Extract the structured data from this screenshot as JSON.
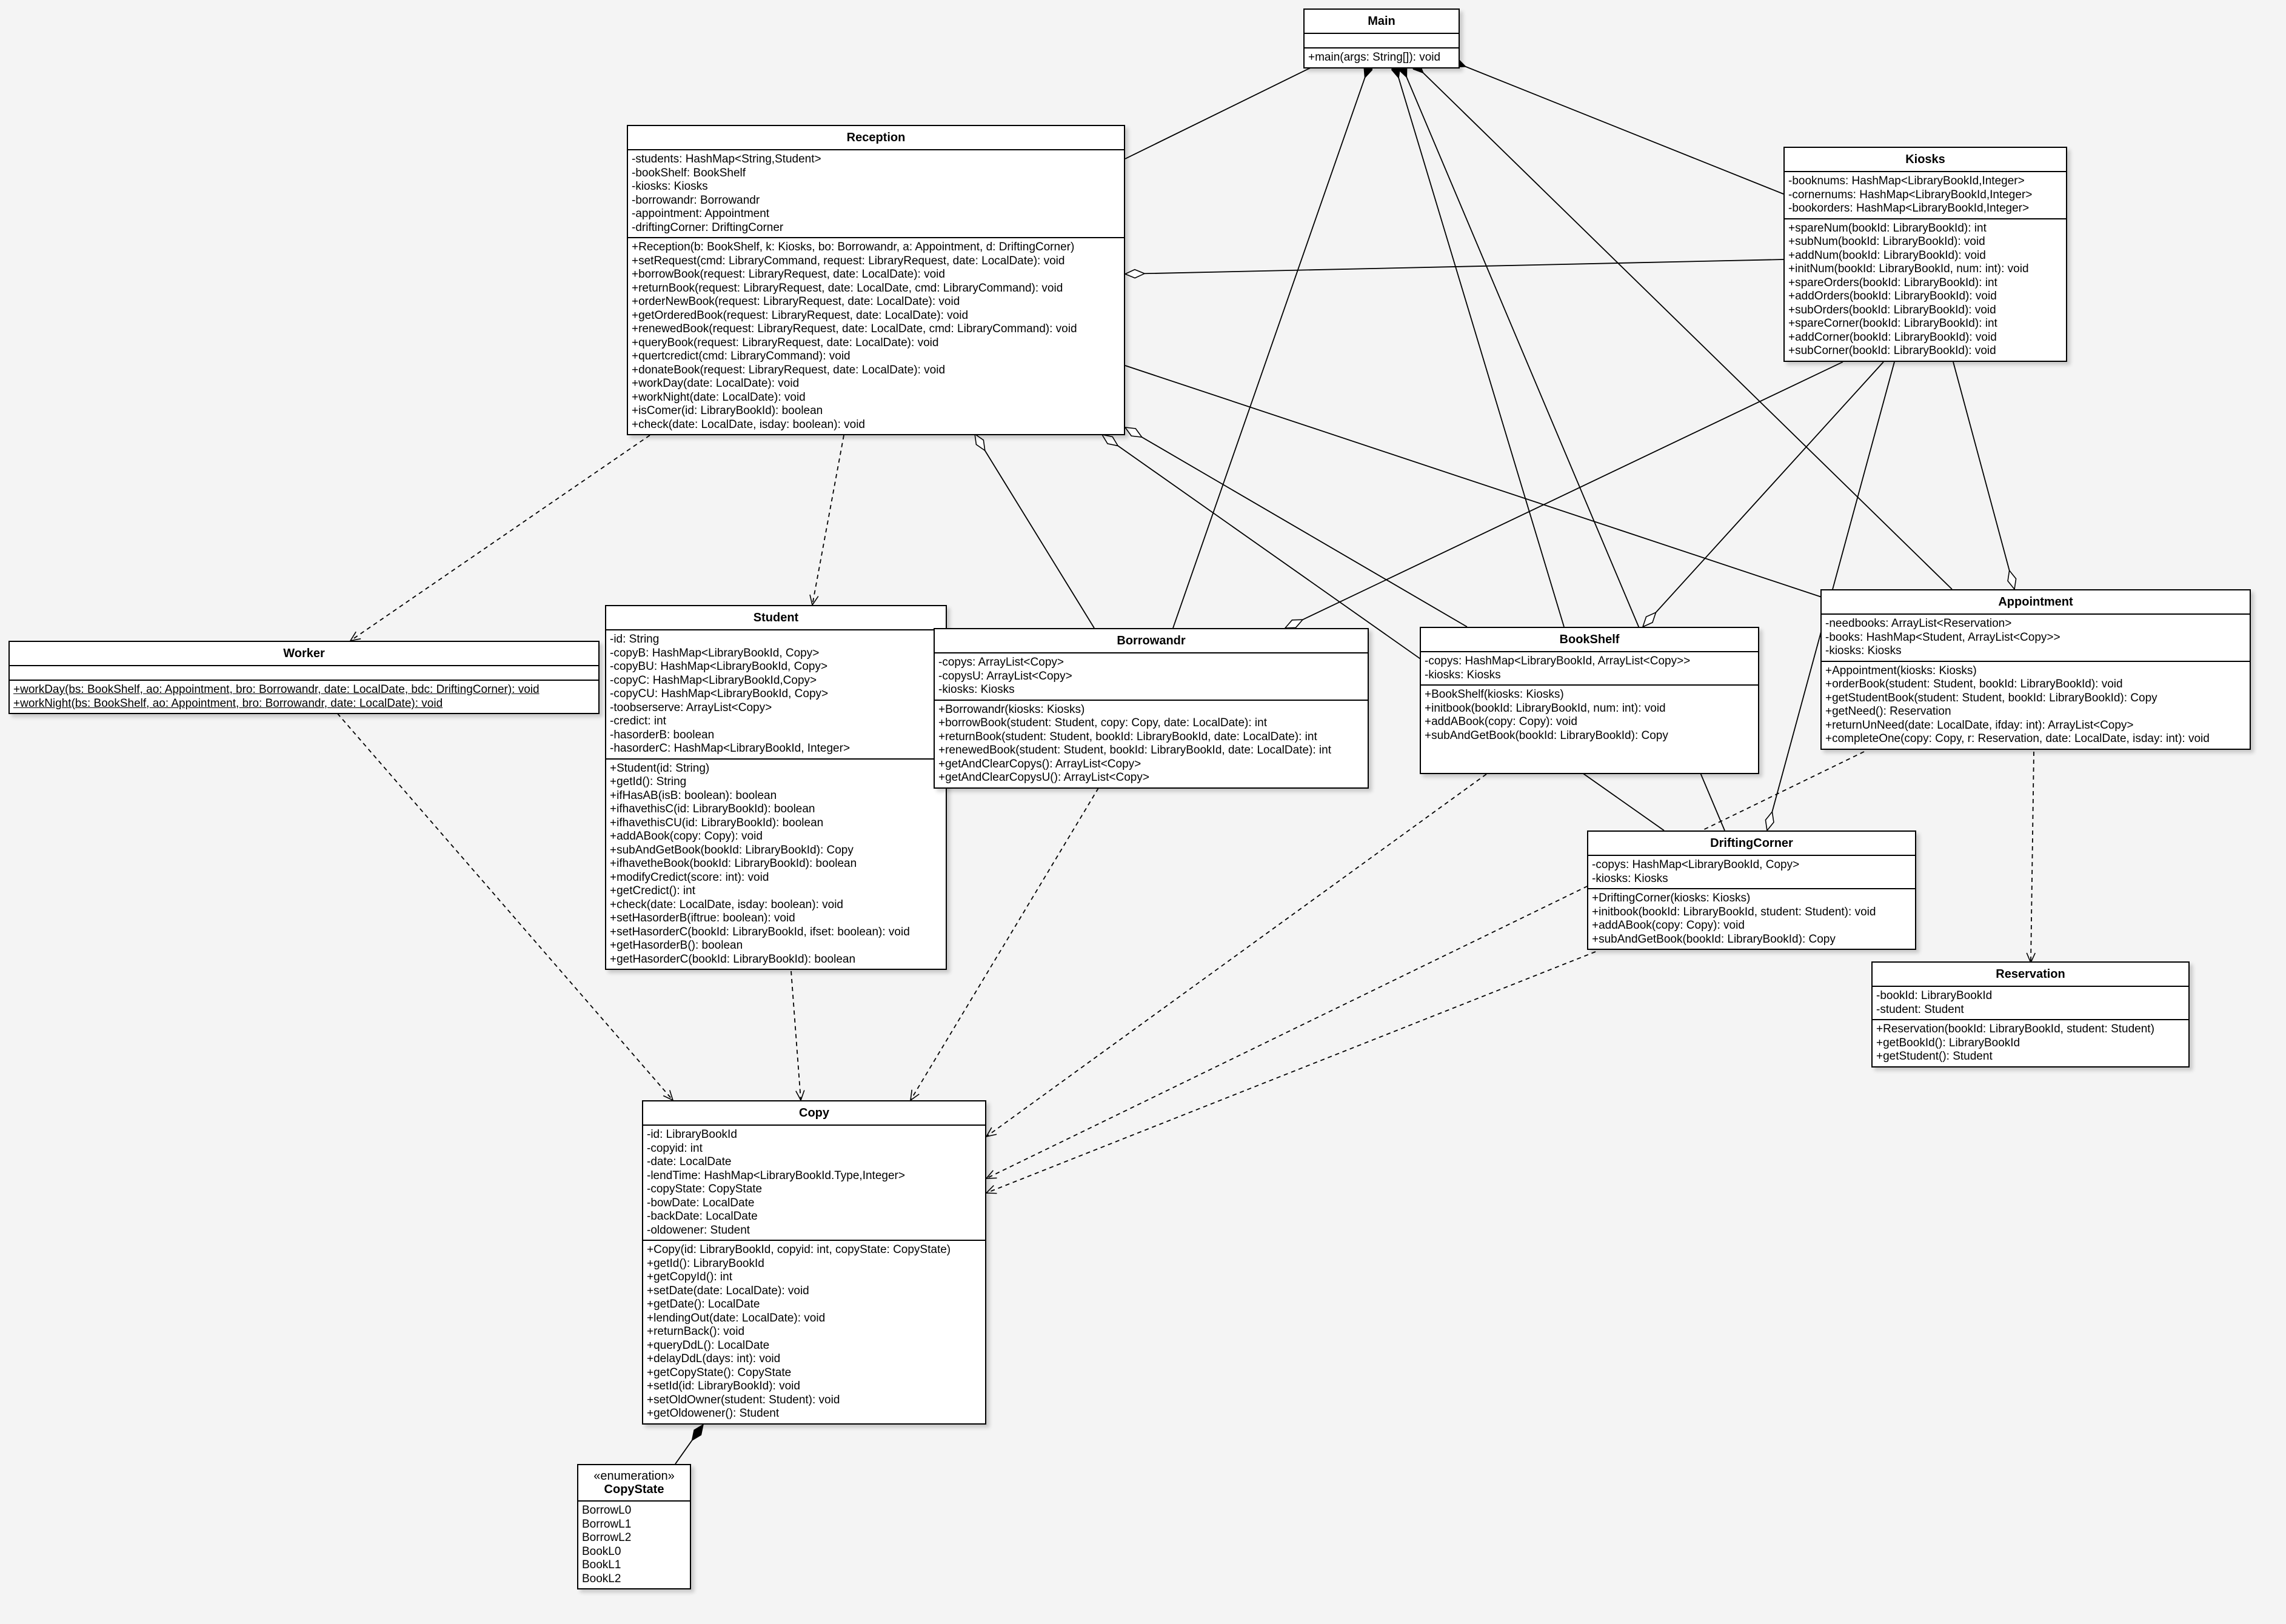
{
  "classes": {
    "main": {
      "name": "Main",
      "attributes": [],
      "methods": [
        "+main(args: String[]): void"
      ]
    },
    "reception": {
      "name": "Reception",
      "attributes": [
        "-students: HashMap<String,Student>",
        "-bookShelf: BookShelf",
        "-kiosks: Kiosks",
        "-borrowandr: Borrowandr",
        "-appointment: Appointment",
        "-driftingCorner: DriftingCorner"
      ],
      "methods": [
        "+Reception(b: BookShelf, k: Kiosks, bo: Borrowandr, a: Appointment, d: DriftingCorner)",
        "+setRequest(cmd: LibraryCommand, request: LibraryRequest, date: LocalDate): void",
        "+borrowBook(request: LibraryRequest, date: LocalDate): void",
        "+returnBook(request: LibraryRequest, date: LocalDate, cmd: LibraryCommand): void",
        "+orderNewBook(request: LibraryRequest, date: LocalDate): void",
        "+getOrderedBook(request: LibraryRequest, date: LocalDate): void",
        "+renewedBook(request: LibraryRequest, date: LocalDate, cmd: LibraryCommand): void",
        "+queryBook(request: LibraryRequest, date: LocalDate): void",
        "+quertcredict(cmd: LibraryCommand): void",
        "+donateBook(request: LibraryRequest, date: LocalDate): void",
        "+workDay(date: LocalDate): void",
        "+workNight(date: LocalDate): void",
        "+isComer(id: LibraryBookId): boolean",
        "+check(date: LocalDate, isday: boolean): void"
      ]
    },
    "kiosks": {
      "name": "Kiosks",
      "attributes": [
        "-booknums: HashMap<LibraryBookId,Integer>",
        "-cornernums: HashMap<LibraryBookId,Integer>",
        "-bookorders: HashMap<LibraryBookId,Integer>"
      ],
      "methods": [
        "+spareNum(bookId: LibraryBookId): int",
        "+subNum(bookId: LibraryBookId): void",
        "+addNum(bookId: LibraryBookId): void",
        "+initNum(bookId: LibraryBookId, num: int): void",
        "+spareOrders(bookId: LibraryBookId): int",
        "+addOrders(bookId: LibraryBookId): void",
        "+subOrders(bookId: LibraryBookId): void",
        "+spareCorner(bookId: LibraryBookId): int",
        "+addCorner(bookId: LibraryBookId): void",
        "+subCorner(bookId: LibraryBookId): void"
      ]
    },
    "worker": {
      "name": "Worker",
      "attributes": [],
      "methods": [
        "+workDay(bs: BookShelf, ao: Appointment, bro: Borrowandr, date: LocalDate, bdc: DriftingCorner): void",
        "+workNight(bs: BookShelf, ao: Appointment, bro: Borrowandr, date: LocalDate): void"
      ]
    },
    "student": {
      "name": "Student",
      "attributes": [
        "-id: String",
        "-copyB: HashMap<LibraryBookId, Copy>",
        "-copyBU: HashMap<LibraryBookId, Copy>",
        "-copyC: HashMap<LibraryBookId,Copy>",
        "-copyCU: HashMap<LibraryBookId, Copy>",
        "-toobserserve: ArrayList<Copy>",
        "-credict: int",
        "-hasorderB: boolean",
        "-hasorderC: HashMap<LibraryBookId, Integer>"
      ],
      "methods": [
        "+Student(id: String)",
        "+getId(): String",
        "+ifHasAB(isB: boolean): boolean",
        "+ifhavethisC(id: LibraryBookId): boolean",
        "+ifhavethisCU(id: LibraryBookId): boolean",
        "+addABook(copy: Copy): void",
        "+subAndGetBook(bookId: LibraryBookId): Copy",
        "+ifhavetheBook(bookId: LibraryBookId): boolean",
        "+modifyCredict(score: int): void",
        "+getCredict(): int",
        "+check(date: LocalDate, isday: boolean): void",
        "+setHasorderB(iftrue: boolean): void",
        "+setHasorderC(bookId: LibraryBookId, ifset: boolean): void",
        "+getHasorderB(): boolean",
        "+getHasorderC(bookId: LibraryBookId): boolean"
      ]
    },
    "borrowandr": {
      "name": "Borrowandr",
      "attributes": [
        "-copys: ArrayList<Copy>",
        "-copysU: ArrayList<Copy>",
        "-kiosks: Kiosks"
      ],
      "methods": [
        "+Borrowandr(kiosks: Kiosks)",
        "+borrowBook(student: Student, copy: Copy, date: LocalDate): int",
        "+returnBook(student: Student, bookId: LibraryBookId, date: LocalDate): int",
        "+renewedBook(student: Student, bookId: LibraryBookId, date: LocalDate): int",
        "+getAndClearCopys(): ArrayList<Copy>",
        "+getAndClearCopysU(): ArrayList<Copy>"
      ]
    },
    "bookshelf": {
      "name": "BookShelf",
      "attributes": [
        "-copys: HashMap<LibraryBookId, ArrayList<Copy>>",
        "-kiosks: Kiosks"
      ],
      "methods": [
        "+BookShelf(kiosks: Kiosks)",
        "+initbook(bookId: LibraryBookId, num: int): void",
        "+addABook(copy: Copy): void",
        "+subAndGetBook(bookId: LibraryBookId): Copy"
      ]
    },
    "appointment": {
      "name": "Appointment",
      "attributes": [
        "-needbooks: ArrayList<Reservation>",
        "-books: HashMap<Student, ArrayList<Copy>>",
        "-kiosks: Kiosks"
      ],
      "methods": [
        "+Appointment(kiosks: Kiosks)",
        "+orderBook(student: Student, bookId: LibraryBookId): void",
        "+getStudentBook(student: Student, bookId: LibraryBookId): Copy",
        "+getNeed(): Reservation",
        "+returnUnNeed(date: LocalDate, ifday: int): ArrayList<Copy>",
        "+completeOne(copy: Copy, r: Reservation, date: LocalDate, isday: int): void"
      ]
    },
    "drifting": {
      "name": "DriftingCorner",
      "attributes": [
        "-copys: HashMap<LibraryBookId, Copy>",
        "-kiosks: Kiosks"
      ],
      "methods": [
        "+DriftingCorner(kiosks: Kiosks)",
        "+initbook(bookId: LibraryBookId, student: Student): void",
        "+addABook(copy: Copy): void",
        "+subAndGetBook(bookId: LibraryBookId): Copy"
      ]
    },
    "reservation": {
      "name": "Reservation",
      "attributes": [
        "-bookId: LibraryBookId",
        "-student: Student"
      ],
      "methods": [
        "+Reservation(bookId: LibraryBookId, student: Student)",
        "+getBookId(): LibraryBookId",
        "+getStudent(): Student"
      ]
    },
    "copy": {
      "name": "Copy",
      "attributes": [
        "-id: LibraryBookId",
        "-copyid: int",
        "-date: LocalDate",
        "-lendTime: HashMap<LibraryBookId.Type,Integer>",
        "-copyState: CopyState",
        "-bowDate: LocalDate",
        "-backDate: LocalDate",
        "-oldowener: Student"
      ],
      "methods": [
        "+Copy(id: LibraryBookId, copyid: int, copyState: CopyState)",
        "+getId(): LibraryBookId",
        "+getCopyId(): int",
        "+setDate(date: LocalDate): void",
        "+getDate(): LocalDate",
        "+lendingOut(date: LocalDate): void",
        "+returnBack(): void",
        "+queryDdL(): LocalDate",
        "+delayDdL(days: int): void",
        "+getCopyState(): CopyState",
        "+setId(id: LibraryBookId): void",
        "+setOldOwner(student: Student): void",
        "+getOldowener(): Student"
      ]
    },
    "copystate": {
      "name": "CopyState",
      "stereotype": "«enumeration»",
      "values": [
        "BorrowL0",
        "BorrowL1",
        "BorrowL2",
        "BookL0",
        "BookL1",
        "BookL2"
      ]
    }
  }
}
